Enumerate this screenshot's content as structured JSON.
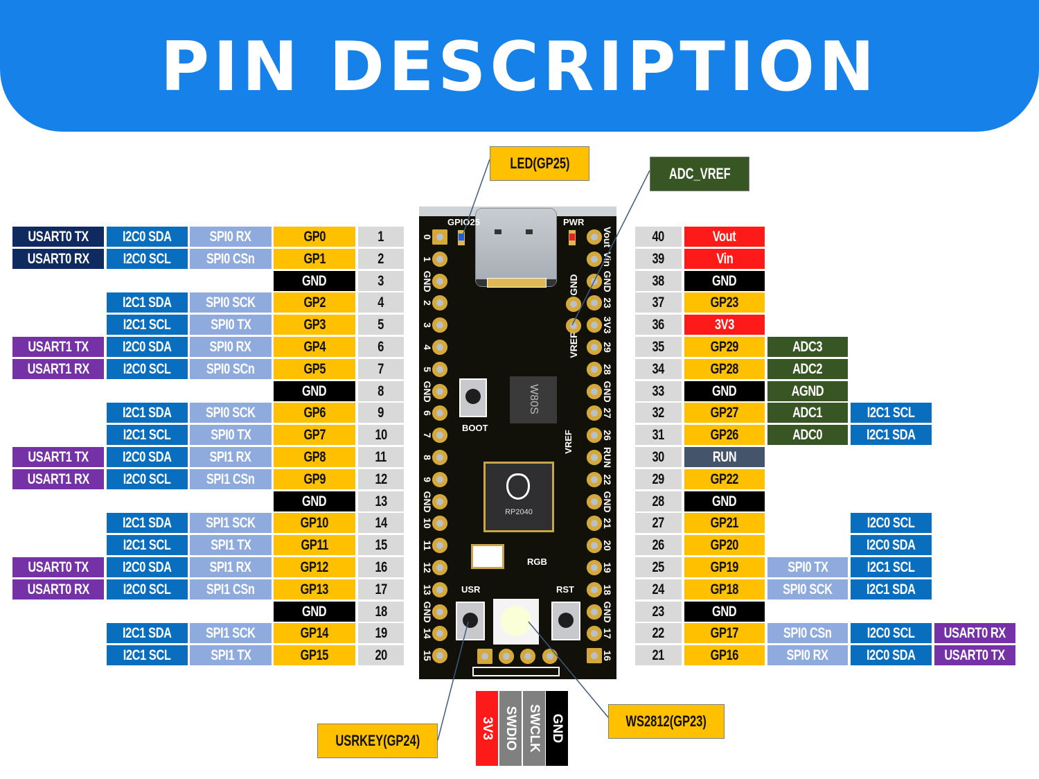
{
  "title": "PIN DESCRIPTION",
  "colors": {
    "banner": "#1781ea",
    "usart0": "#0e2a5e",
    "usart1": "#7432a6",
    "i2c": "#0a6ebf",
    "spi": "#8faadc",
    "gpio": "#ffc000",
    "gnd": "#000000",
    "power": "#ff1a1a",
    "run": "#44546a",
    "adc": "#375623",
    "pin_number": "#d9d9d9"
  },
  "left_pins": [
    {
      "num": "1",
      "name": "GP0",
      "spi": "SPI0 RX",
      "i2c": "I2C0 SDA",
      "usart": "USART0 TX",
      "usart_kind": "usart0"
    },
    {
      "num": "2",
      "name": "GP1",
      "spi": "SPI0 CSn",
      "i2c": "I2C0 SCL",
      "usart": "USART0 RX",
      "usart_kind": "usart0"
    },
    {
      "num": "3",
      "name": "GND"
    },
    {
      "num": "4",
      "name": "GP2",
      "spi": "SPI0 SCK",
      "i2c": "I2C1 SDA"
    },
    {
      "num": "5",
      "name": "GP3",
      "spi": "SPI0 TX",
      "i2c": "I2C1 SCL"
    },
    {
      "num": "6",
      "name": "GP4",
      "spi": "SPI0 RX",
      "i2c": "I2C0 SDA",
      "usart": "USART1 TX",
      "usart_kind": "usart1"
    },
    {
      "num": "7",
      "name": "GP5",
      "spi": "SPI0 SCn",
      "i2c": "I2C0 SCL",
      "usart": "USART1 RX",
      "usart_kind": "usart1"
    },
    {
      "num": "8",
      "name": "GND"
    },
    {
      "num": "9",
      "name": "GP6",
      "spi": "SPI0 SCK",
      "i2c": "I2C1 SDA"
    },
    {
      "num": "10",
      "name": "GP7",
      "spi": "SPI0 TX",
      "i2c": "I2C1 SCL"
    },
    {
      "num": "11",
      "name": "GP8",
      "spi": "SPI1 RX",
      "i2c": "I2C0 SDA",
      "usart": "USART1 TX",
      "usart_kind": "usart1"
    },
    {
      "num": "12",
      "name": "GP9",
      "spi": "SPI1 CSn",
      "i2c": "I2C0 SCL",
      "usart": "USART1 RX",
      "usart_kind": "usart1"
    },
    {
      "num": "13",
      "name": "GND"
    },
    {
      "num": "14",
      "name": "GP10",
      "spi": "SPI1 SCK",
      "i2c": "I2C1 SDA"
    },
    {
      "num": "15",
      "name": "GP11",
      "spi": "SPI1 TX",
      "i2c": "I2C1 SCL"
    },
    {
      "num": "16",
      "name": "GP12",
      "spi": "SPI1 RX",
      "i2c": "I2C0 SDA",
      "usart": "USART0 TX",
      "usart_kind": "usart1"
    },
    {
      "num": "17",
      "name": "GP13",
      "spi": "SPI1 CSn",
      "i2c": "I2C0 SCL",
      "usart": "USART0 RX",
      "usart_kind": "usart1"
    },
    {
      "num": "18",
      "name": "GND"
    },
    {
      "num": "19",
      "name": "GP14",
      "spi": "SPI1 SCK",
      "i2c": "I2C1 SDA"
    },
    {
      "num": "20",
      "name": "GP15",
      "spi": "SPI1 TX",
      "i2c": "I2C1 SCL"
    }
  ],
  "right_pins": [
    {
      "num": "40",
      "name": "Vout",
      "kind": "power"
    },
    {
      "num": "39",
      "name": "Vin",
      "kind": "power"
    },
    {
      "num": "38",
      "name": "GND",
      "kind": "gnd"
    },
    {
      "num": "37",
      "name": "GP23",
      "kind": "gpio"
    },
    {
      "num": "36",
      "name": "3V3",
      "kind": "power"
    },
    {
      "num": "35",
      "name": "GP29",
      "kind": "gpio",
      "adc": "ADC3"
    },
    {
      "num": "34",
      "name": "GP28",
      "kind": "gpio",
      "adc": "ADC2"
    },
    {
      "num": "33",
      "name": "GND",
      "kind": "gnd",
      "adc": "AGND"
    },
    {
      "num": "32",
      "name": "GP27",
      "kind": "gpio",
      "adc": "ADC1",
      "i2c": "I2C1 SCL"
    },
    {
      "num": "31",
      "name": "GP26",
      "kind": "gpio",
      "adc": "ADC0",
      "i2c": "I2C1 SDA"
    },
    {
      "num": "30",
      "name": "RUN",
      "kind": "run"
    },
    {
      "num": "29",
      "name": "GP22",
      "kind": "gpio"
    },
    {
      "num": "28",
      "name": "GND",
      "kind": "gnd"
    },
    {
      "num": "27",
      "name": "GP21",
      "kind": "gpio",
      "i2c": "I2C0 SCL"
    },
    {
      "num": "26",
      "name": "GP20",
      "kind": "gpio",
      "i2c": "I2C0 SDA"
    },
    {
      "num": "25",
      "name": "GP19",
      "kind": "gpio",
      "spi": "SPI0 TX",
      "i2c": "I2C1 SCL"
    },
    {
      "num": "24",
      "name": "GP18",
      "kind": "gpio",
      "spi": "SPI0 SCK",
      "i2c": "I2C1 SDA"
    },
    {
      "num": "23",
      "name": "GND",
      "kind": "gnd"
    },
    {
      "num": "22",
      "name": "GP17",
      "kind": "gpio",
      "spi": "SPI0 CSn",
      "i2c": "I2C0 SCL",
      "usart": "USART0 RX"
    },
    {
      "num": "21",
      "name": "GP16",
      "kind": "gpio",
      "spi": "SPI0 RX",
      "i2c": "I2C0 SDA",
      "usart": "USART0 TX"
    }
  ],
  "callouts": {
    "led": "LED(GP25)",
    "adc_vref": "ADC_VREF",
    "usrkey": "USRKEY(GP24)",
    "ws2812": "WS2812(GP23)"
  },
  "swd_header": [
    "3V3",
    "SWDIO",
    "SWCLK",
    "GND"
  ],
  "board": {
    "label_gpio25": "GPIO25",
    "label_pwr": "PWR",
    "label_boot": "BOOT",
    "label_usr": "USR",
    "label_rst": "RST",
    "label_rgb": "RGB",
    "label_vref": "VREF",
    "chip_main": "RP2040",
    "chip_flash": "W80S",
    "left_edge_labels": [
      "0",
      "1",
      "GND",
      "2",
      "3",
      "4",
      "5",
      "GND",
      "6",
      "7",
      "8",
      "9",
      "GND",
      "10",
      "11",
      "12",
      "13",
      "GND",
      "14",
      "15"
    ],
    "right_edge_labels": [
      "Vout",
      "Vin",
      "GND",
      "23",
      "3V3",
      "29",
      "28",
      "GND",
      "27",
      "26",
      "RUN",
      "22",
      "GND",
      "21",
      "20",
      "19",
      "18",
      "GND",
      "17",
      "16"
    ],
    "inner_right_labels": [
      "GND",
      "VREF"
    ]
  }
}
